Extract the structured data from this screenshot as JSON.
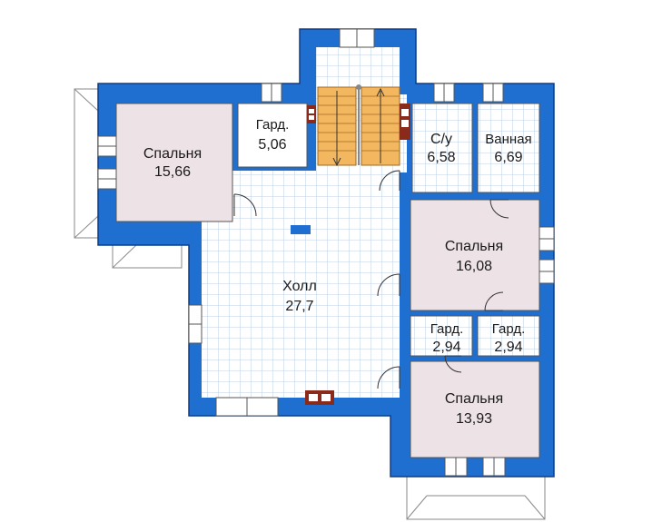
{
  "floor_plan": {
    "colors": {
      "wall": "#1f6fd1",
      "wall_edge": "#0d3f8a",
      "room_pink": "#ede2e6",
      "room_blue": "#e4eef8",
      "room_white": "#ffffff",
      "tile_grid": "#aac4de",
      "stair_wood": "#f3b760",
      "chimney": "#8a2a1a"
    },
    "rooms": [
      {
        "id": "bedroom-1",
        "name": "Спальня",
        "area": "15,66"
      },
      {
        "id": "closet-1",
        "name": "Гард.",
        "area": "5,06"
      },
      {
        "id": "wc",
        "name": "С/у",
        "area": "6,58"
      },
      {
        "id": "bathroom",
        "name": "Ванная",
        "area": "6,69"
      },
      {
        "id": "hall",
        "name": "Холл",
        "area": "27,7"
      },
      {
        "id": "bedroom-2",
        "name": "Спальня",
        "area": "16,08"
      },
      {
        "id": "closet-2",
        "name": "Гард.",
        "area": "2,94"
      },
      {
        "id": "closet-3",
        "name": "Гард.",
        "area": "2,94"
      },
      {
        "id": "bedroom-3",
        "name": "Спальня",
        "area": "13,93"
      }
    ]
  }
}
